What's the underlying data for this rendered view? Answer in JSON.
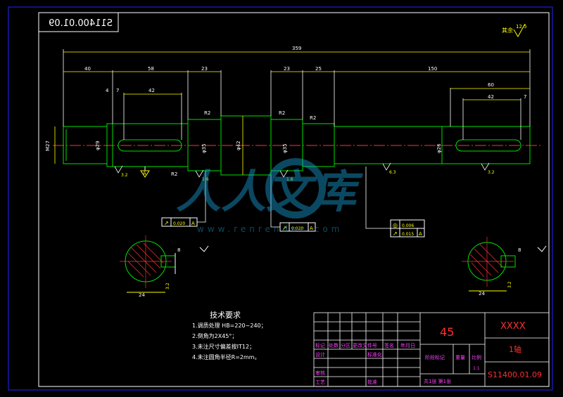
{
  "drawing_number_mirrored": "S11400.01.09",
  "roughness_note": {
    "label": "其余",
    "value": "12.5"
  },
  "dimensions": {
    "overall_length": "359",
    "seg_40": "40",
    "seg_58": "58",
    "seg_23a": "23",
    "seg_23b": "23",
    "seg_25": "25",
    "seg_150": "150",
    "key_left_len": "42",
    "key_left_offset": "7",
    "key_left_small": "4",
    "key_right_total": "60",
    "key_right_len": "42",
    "key_right_offset": "7",
    "thread": "M27",
    "dia_left": "φ29",
    "dia_mid": "φ42",
    "dia_collar_left": "φ35",
    "dia_collar_right": "φ35",
    "dia_right": "φ26",
    "fillet_r2_a": "R2",
    "fillet_r2_b": "R2",
    "fillet_r2_c": "R2",
    "chamfer_a": "R2",
    "roughness_a": "3.2",
    "roughness_b": "1.6",
    "roughness_c": "1.6",
    "roughness_d": "6.3",
    "roughness_e": "3.2",
    "datum_a": "A"
  },
  "tolerance_frames": [
    {
      "symbol": "↗",
      "value": "0.020",
      "datum": "A"
    },
    {
      "symbol": "↗",
      "value": "0.020",
      "datum": "A"
    },
    {
      "symbol": "◎",
      "value": "0.006",
      "datum": ""
    },
    {
      "symbol": "↗",
      "value": "0.015",
      "datum": "A"
    }
  ],
  "section_views": [
    {
      "width_label": "24",
      "key_label": "8",
      "depth_label": "3.2"
    },
    {
      "width_label": "24",
      "key_label": "8",
      "depth_label": "3.2"
    }
  ],
  "tech_requirements": {
    "title": "技术要求",
    "items": [
      "1.调质处理 HB=220~240；",
      "2.倒角为2X45°；",
      "3.未注尺寸偏差按IT12；",
      "4.未注圆角半径R=2mm。"
    ]
  },
  "title_block": {
    "material": "45",
    "company": "XXXX",
    "part_name": "1轴",
    "drawing_no": "S11400.01.09",
    "header_cells": [
      "标记",
      "处数",
      "分区",
      "更改文件号",
      "签名",
      "年月日"
    ],
    "row_labels": [
      "设计",
      "标准化",
      "审核",
      "工艺",
      "批准"
    ],
    "stage_labels": [
      "阶段标记",
      "重量",
      "比例"
    ],
    "scale": "1:1",
    "sheet_info": "共1张 第1张"
  },
  "watermark": {
    "text": "人人文库",
    "url": "www.renrendoc.com"
  }
}
